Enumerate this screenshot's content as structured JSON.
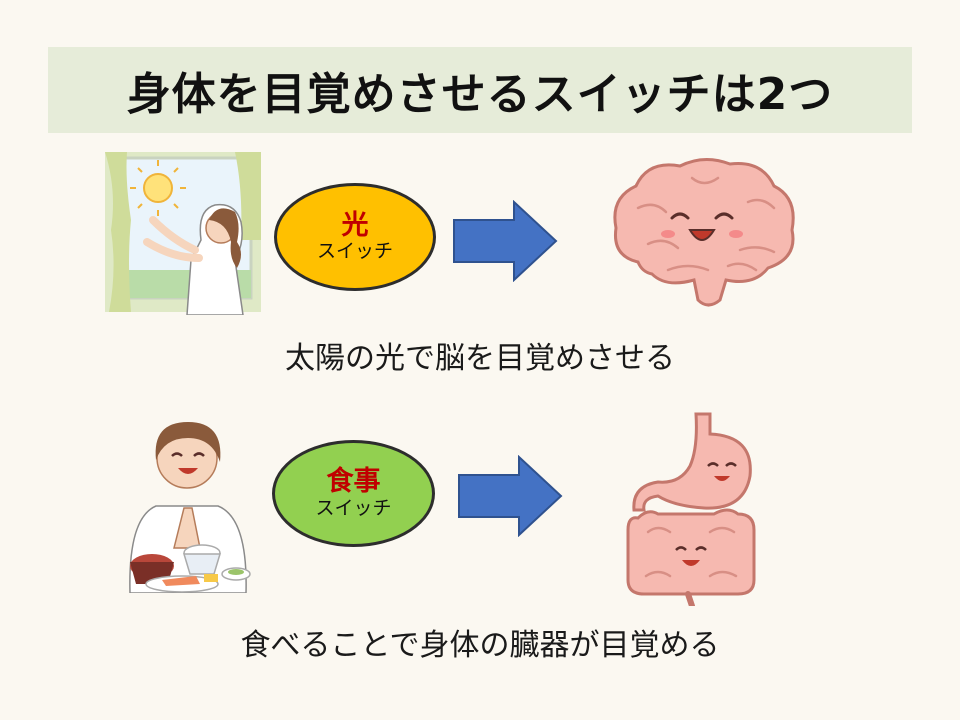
{
  "title": "身体を目覚めさせるスイッチは2つ",
  "switches": [
    {
      "label": "光",
      "sublabel": "スイッチ",
      "caption": "太陽の光で脳を目覚めさせる",
      "color": "#ffc000"
    },
    {
      "label": "食事",
      "sublabel": "スイッチ",
      "caption": "食べることで身体の臓器が目覚める",
      "color": "#92d050"
    }
  ],
  "colors": {
    "arrow": "#4472c4",
    "title_bg": "#e6ecd9",
    "label_red": "#c00000",
    "organ_pink": "#f4a7a0"
  },
  "icons": [
    "woman-opening-window-icon",
    "smiling-brain-icon",
    "woman-with-breakfast-icon",
    "smiling-digestive-organs-icon"
  ]
}
